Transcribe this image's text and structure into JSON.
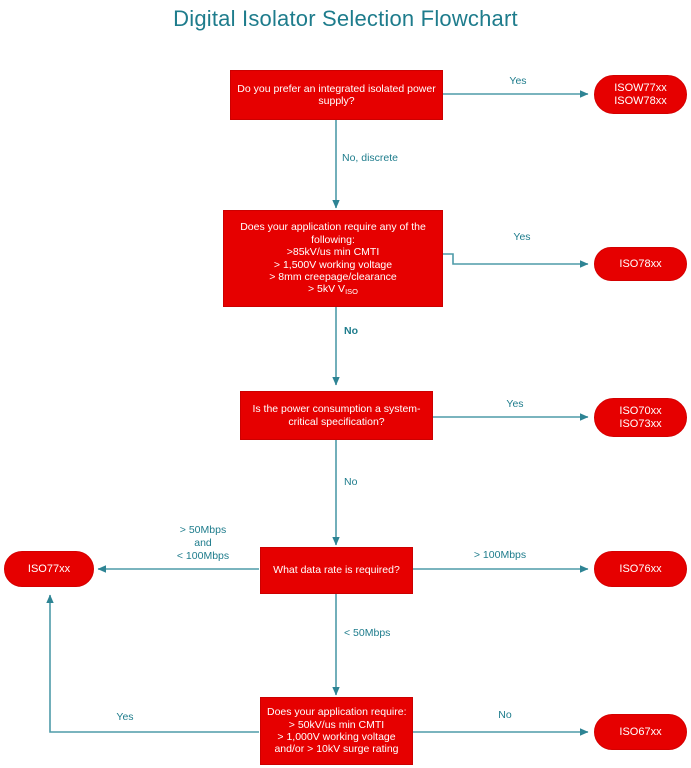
{
  "page": {
    "title": "Digital Isolator Selection Flowchart",
    "title_color": "#1E7C8C",
    "background": "#FFFFFF",
    "node_fill": "#E60000",
    "node_border": "#CC0000",
    "connector_color": "#4E9BA9",
    "label_color": "#1E7C8C"
  },
  "nodes": {
    "q1": {
      "type": "decision",
      "lines": [
        "Do you prefer an integrated isolated power",
        "supply?"
      ]
    },
    "q2": {
      "type": "decision",
      "lines": [
        "Does your application require any of the",
        "following:",
        ">85kV/us min CMTI",
        "> 1,500V working voltage",
        "> 8mm creepage/clearance",
        "> 5kV V"
      ],
      "subscript_tail": "ISO"
    },
    "q3": {
      "type": "decision",
      "lines": [
        "Is the power consumption a system-",
        "critical specification?"
      ]
    },
    "q4": {
      "type": "decision",
      "lines": [
        "What data rate is required?"
      ]
    },
    "q5": {
      "type": "decision",
      "lines": [
        "Does your application require:",
        "> 50kV/us min CMTI",
        "> 1,000V working voltage",
        "and/or > 10kV surge rating"
      ]
    },
    "t_isow7778": {
      "type": "terminal",
      "lines": [
        "ISOW77xx",
        "ISOW78xx"
      ]
    },
    "t_iso78": {
      "type": "terminal",
      "lines": [
        "ISO78xx"
      ]
    },
    "t_iso7073": {
      "type": "terminal",
      "lines": [
        "ISO70xx",
        "ISO73xx"
      ]
    },
    "t_iso77": {
      "type": "terminal",
      "lines": [
        "ISO77xx"
      ]
    },
    "t_iso76": {
      "type": "terminal",
      "lines": [
        "ISO76xx"
      ]
    },
    "t_iso67": {
      "type": "terminal",
      "lines": [
        "ISO67xx"
      ]
    }
  },
  "edge_labels": {
    "q1_yes": {
      "lines": [
        "Yes"
      ]
    },
    "q1_no": {
      "lines": [
        "No, discrete"
      ]
    },
    "q2_yes": {
      "lines": [
        "Yes"
      ]
    },
    "q2_no": {
      "lines": [
        "No"
      ]
    },
    "q3_yes": {
      "lines": [
        "Yes"
      ]
    },
    "q3_no": {
      "lines": [
        "No"
      ]
    },
    "q4_left": {
      "lines": [
        "> 50Mbps",
        "and",
        "< 100Mbps"
      ]
    },
    "q4_right": {
      "lines": [
        "> 100Mbps"
      ]
    },
    "q4_down": {
      "lines": [
        "< 50Mbps"
      ]
    },
    "q5_yes": {
      "lines": [
        "Yes"
      ]
    },
    "q5_no": {
      "lines": [
        "No"
      ]
    }
  }
}
